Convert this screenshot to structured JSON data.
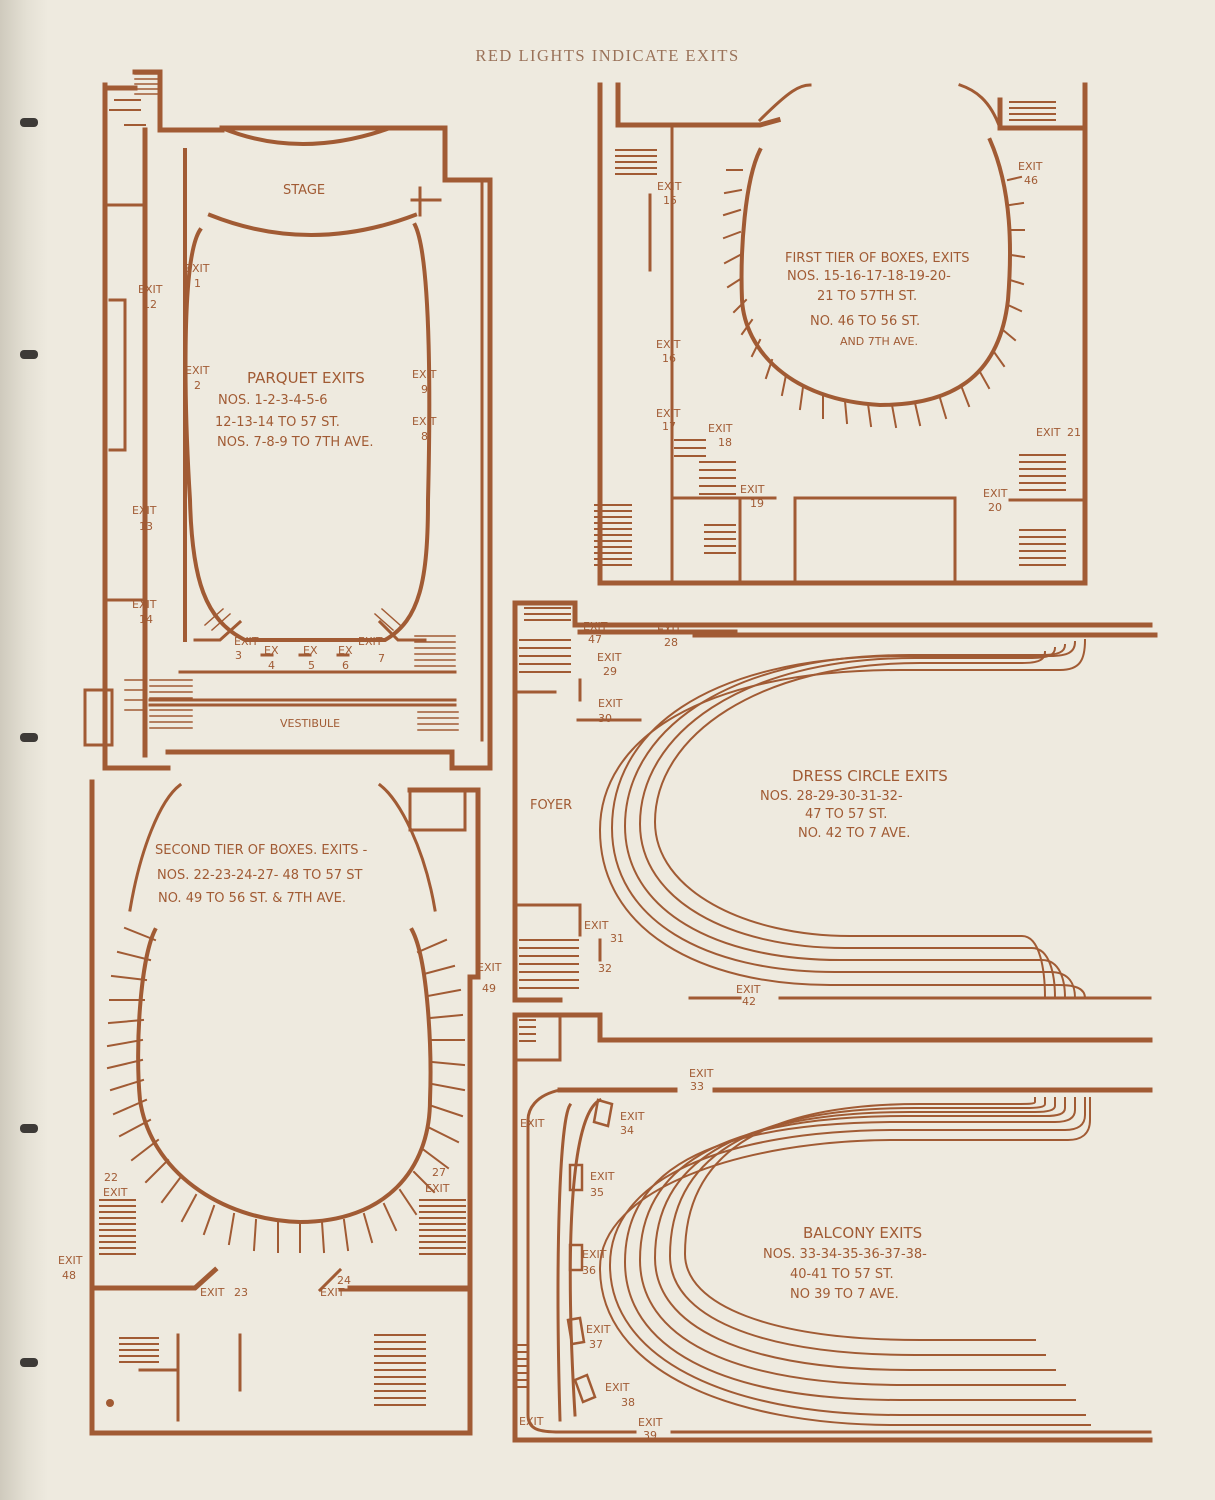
{
  "page": {
    "header": "RED LIGHTS INDICATE EXITS",
    "colors": {
      "ink": "#a15b34",
      "paper": "#eeeadf",
      "binding": "#3d3a37"
    }
  },
  "parquet": {
    "stage": "Stage",
    "vestibule": "Vestibule",
    "title": "Parquet Exits",
    "notes": [
      "Nos. 1-2-3-4-5-6",
      "12-13-14 To 57 St.",
      "Nos. 7-8-9 To 7th Ave."
    ],
    "exit_word": "Exit",
    "exit_short": "Ex",
    "exits": [
      "1",
      "2",
      "3",
      "4",
      "5",
      "6",
      "7",
      "8",
      "9",
      "12",
      "13",
      "14"
    ]
  },
  "first_tier": {
    "title": "First Tier of Boxes, Exits",
    "notes": [
      "Nos. 15-16-17-18-19-20-",
      "21 To 57th St.",
      "No. 46 To 56 St.",
      "and 7th Ave."
    ],
    "exit_word": "Exit",
    "exits": [
      "15",
      "16",
      "17",
      "18",
      "19",
      "20",
      "21",
      "46"
    ]
  },
  "dress_circle": {
    "foyer": "Foyer",
    "title": "Dress Circle Exits",
    "notes": [
      "Nos. 28-29-30-31-32-",
      "47 To 57 St.",
      "No. 42 To 7 Ave."
    ],
    "exit_word": "Exit",
    "exits": [
      "28",
      "29",
      "30",
      "31",
      "32",
      "42",
      "47"
    ]
  },
  "second_tier": {
    "title": "Second Tier of Boxes. Exits -",
    "notes": [
      "Nos. 22-23-24-27- 48 To 57 St",
      "No. 49 To 56 St. & 7th Ave."
    ],
    "exit_word": "Exit",
    "exits": [
      "22",
      "23",
      "24",
      "27",
      "48",
      "49"
    ]
  },
  "balcony": {
    "title": "Balcony Exits",
    "notes": [
      "Nos. 33-34-35-36-37-38-",
      "40-41 To 57 St.",
      "No 39 To 7 Ave."
    ],
    "exit_word": "Exit",
    "exits": [
      "33",
      "34",
      "35",
      "36",
      "37",
      "38",
      "39"
    ]
  }
}
